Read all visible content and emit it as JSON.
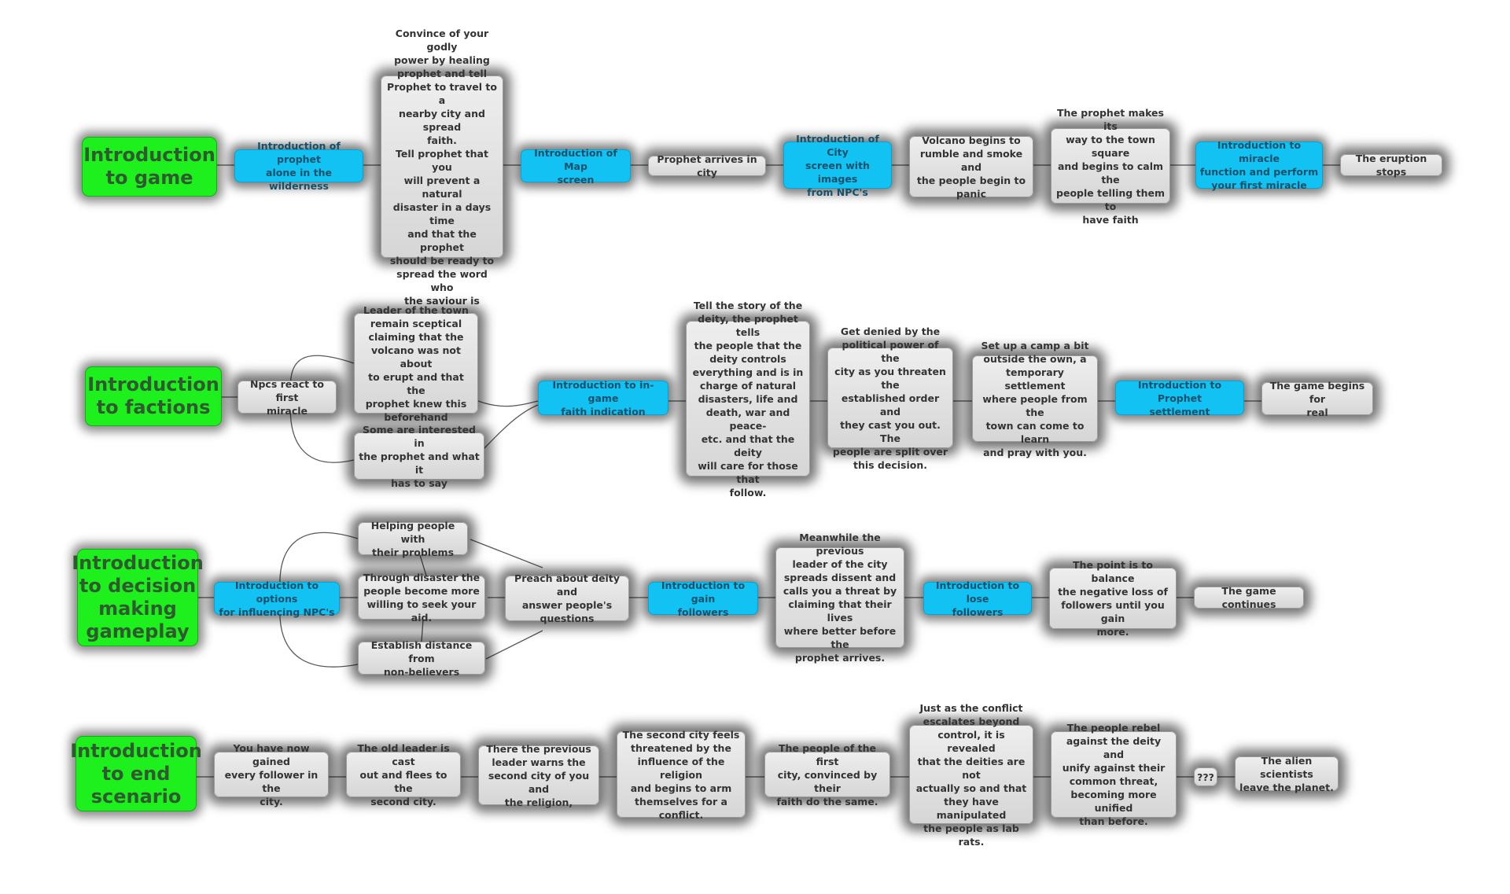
{
  "diagram": {
    "rows": [
      {
        "root": "Introduction\nto game",
        "nodes": [
          "Introduction of prophet\nalone in the wilderness",
          "Convince of your godly\npower by healing\nprophet and tell\nProphet to travel to a\nnearby city and spread\nfaith.\nTell prophet that you\nwill prevent a natural\ndisaster in a days time\nand that the prophet\nshould be ready to\nspread the word who\nthe saviour is",
          "Introduction of Map\nscreen",
          "Prophet arrives in city",
          "Introduction of City\nscreen with images\nfrom NPC's",
          "Volcano begins to\nrumble and smoke and\nthe people begin to\npanic",
          "The prophet makes its\nway to the town square\nand begins to calm the\npeople telling them to\nhave faith",
          "Introduction to miracle\nfunction and perform\nyour first miracle",
          "The eruption stops"
        ]
      },
      {
        "root": "Introduction\nto factions",
        "nodes": [
          "Npcs react to first\nmiracle",
          "Leader of the town\nremain sceptical\nclaiming that the\nvolcano was not about\nto erupt and that the\nprophet knew this\nbeforehand",
          "Some are interested in\nthe prophet and what it\nhas to say",
          "Introduction to in-game\nfaith indication",
          "Tell the story of the\ndeity, the prophet tells\nthe people that the\ndeity controls\neverything and is in\ncharge of natural\ndisasters, life and\ndeath, war and peace-\netc. and that the deity\nwill care for those that\nfollow.",
          "Get denied by the\npolitical power of the\ncity as you threaten the\nestablished order and\nthey cast you out. The\npeople are split over\nthis decision.",
          "Set up a camp a bit\noutside the own, a\ntemporary settlement\nwhere people from the\ntown can come to learn\nand pray with you.",
          "Introduction to Prophet\nsettlement",
          "The game begins for\nreal"
        ]
      },
      {
        "root": "Introduction\nto decision\nmaking\ngameplay",
        "nodes": [
          "Introduction to options\nfor influencing NPC's",
          "Helping people with\ntheir problems",
          "Through disaster the\npeople become more\nwilling to seek your aid.",
          "Establish distance from\nnon-believers",
          "Preach about deity and\nanswer people's\nquestions",
          "Introduction to gain\nfollowers",
          "Meanwhile the previous\nleader of the city\nspreads dissent and\ncalls you a threat by\nclaiming that their lives\nwhere better before the\nprophet arrives.",
          "Introduction to lose\nfollowers",
          "The point is to balance\nthe negative loss of\nfollowers until you gain\nmore.",
          "The game continues"
        ]
      },
      {
        "root": "Introduction\nto end\nscenario",
        "nodes": [
          "You have now gained\nevery follower in the\ncity.",
          "The old leader is cast\nout and flees to the\nsecond city.",
          "There the previous\nleader warns the\nsecond city of you and\nthe religion,",
          "The second city feels\nthreatened by the\ninfluence of the religion\nand begins to arm\nthemselves for a\nconflict.",
          "The people of the first\ncity, convinced by their\nfaith do the same.",
          "Just as the conflict\nescalates beyond\ncontrol, it is revealed\nthat the deities are not\nactually so and that\nthey have manipulated\nthe people as lab rats.",
          "The people rebel\nagainst the deity and\nunify against their\ncommon threat,\nbecoming more unified\nthan before.",
          "???",
          "The alien scientists\nleave the planet."
        ]
      }
    ]
  }
}
